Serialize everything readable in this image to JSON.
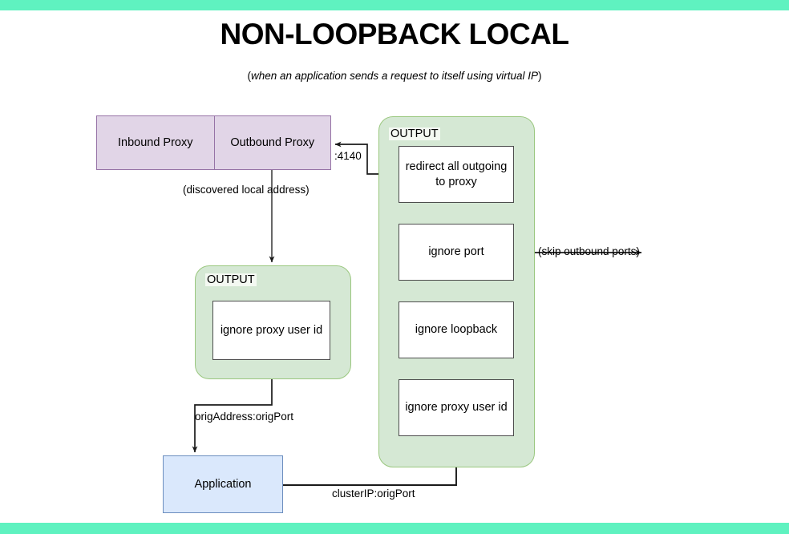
{
  "page": {
    "title": "NON-LOOPBACK LOCAL",
    "subtitle_open": "(",
    "subtitle_italic": "when an application sends a request to itself using virtual IP",
    "subtitle_close": ")",
    "accent_bar_color": "#5ff2c0",
    "background_color": "#ffffff"
  },
  "proxy_group": {
    "inbound_label": "Inbound Proxy",
    "outbound_label": "Outbound Proxy",
    "fill_color": "#e1d5e7",
    "border_color": "#9673a6"
  },
  "chains": {
    "left": {
      "container_label": "OUTPUT",
      "fill_color": "#d5e8d4",
      "border_color": "#9ac77f",
      "steps": [
        {
          "label": "ignore proxy user id"
        }
      ]
    },
    "right": {
      "container_label": "OUTPUT",
      "fill_color": "#d5e8d4",
      "border_color": "#9ac77f",
      "steps": [
        {
          "label": "redirect all outgoing to proxy"
        },
        {
          "label": "ignore port"
        },
        {
          "label": "ignore loopback"
        },
        {
          "label": "ignore proxy user id"
        }
      ]
    }
  },
  "application": {
    "label": "Application",
    "fill_color": "#dae8fc",
    "border_color": "#6c8ebf"
  },
  "edge_labels": {
    "port": ":4140",
    "discovered_local_address": "(discovered local address)",
    "skip_outbound_ports": "(skip outbound ports)",
    "orig_address_port": "origAddress:origPort",
    "cluster_ip_port": "clusterIP:origPort"
  }
}
